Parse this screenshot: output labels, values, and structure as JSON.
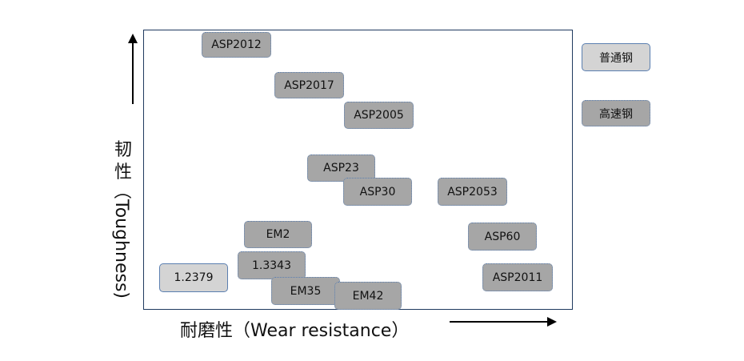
{
  "diagram": {
    "y_axis_title_cn": [
      "韧",
      "性"
    ],
    "y_axis_title_en": "（Toughness)",
    "x_axis_title": "耐磨性（Wear resistance）"
  },
  "legend": [
    {
      "label": "普通钢",
      "kind": "cs"
    },
    {
      "label": "高速钢",
      "kind": "hs"
    }
  ],
  "steels": [
    {
      "label": "ASP2012",
      "kind": "hs"
    },
    {
      "label": "ASP2017",
      "kind": "hs"
    },
    {
      "label": "ASP2005",
      "kind": "hs"
    },
    {
      "label": "ASP23",
      "kind": "hs"
    },
    {
      "label": "ASP30",
      "kind": "hs"
    },
    {
      "label": "ASP2053",
      "kind": "hs"
    },
    {
      "label": "EM2",
      "kind": "hs"
    },
    {
      "label": "ASP60",
      "kind": "hs"
    },
    {
      "label": "1.3343",
      "kind": "hs"
    },
    {
      "label": "1.2379",
      "kind": "cs"
    },
    {
      "label": "ASP2011",
      "kind": "hs"
    },
    {
      "label": "EM35",
      "kind": "hs"
    },
    {
      "label": "EM42",
      "kind": "hs"
    }
  ]
}
